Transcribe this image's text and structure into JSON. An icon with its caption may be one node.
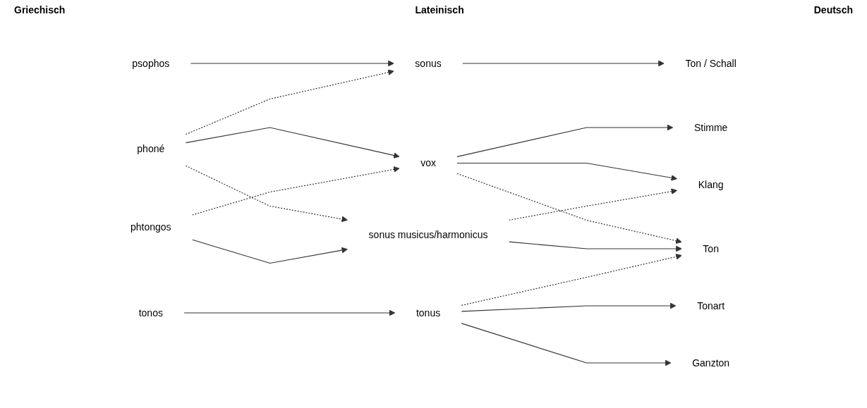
{
  "diagram": {
    "nodes": [
      {
        "text": [
          "psophos"
        ]
      },
      {
        "text": [
          "phoné"
        ]
      },
      {
        "text": [
          "phtongos"
        ]
      },
      {
        "text": [
          "tonos"
        ]
      },
      {
        "text": [
          "sonus"
        ]
      },
      {
        "text": [
          "vox"
        ]
      },
      {
        "text": [
          "sonus musicus/harmonicus"
        ]
      },
      {
        "text": [
          "tonus"
        ]
      },
      {
        "text": [
          "Ton / Schall"
        ]
      },
      {
        "text": [
          "Stimme"
        ]
      },
      {
        "text": [
          "Klang"
        ]
      },
      {
        "text": [
          "Ton"
        ]
      },
      {
        "text": [
          "Tonart"
        ]
      },
      {
        "text": [
          "Ganzton"
        ]
      }
    ],
    "edges": [
      {
        "from": 0,
        "to": 4,
        "arrow": "to"
      },
      {
        "from": 1,
        "to": 4,
        "arrow": "to",
        "style": "dashed"
      },
      {
        "from": 1,
        "to": 5,
        "arrow": "to"
      },
      {
        "from": 1,
        "to": 6,
        "arrow": "to",
        "style": "dashed"
      },
      {
        "from": 2,
        "to": 5,
        "arrow": "to",
        "style": "dashed"
      },
      {
        "from": 2,
        "to": 6,
        "arrow": "to"
      },
      {
        "from": 3,
        "to": 7,
        "arrow": "to"
      },
      {
        "from": 4,
        "to": 8,
        "arrow": "to"
      },
      {
        "from": 5,
        "to": 9,
        "arrow": "to"
      },
      {
        "from": 5,
        "to": 10,
        "arrow": "to"
      },
      {
        "from": 5,
        "to": 11,
        "arrow": "to",
        "style": "dashed"
      },
      {
        "from": 6,
        "to": 10,
        "arrow": "to",
        "style": "dashed"
      },
      {
        "from": 6,
        "to": 11,
        "arrow": "to"
      },
      {
        "from": 7,
        "to": 11,
        "arrow": "to",
        "style": "dashed"
      },
      {
        "from": 7,
        "to": 12,
        "arrow": "to"
      },
      {
        "from": 7,
        "to": 13,
        "arrow": "to"
      }
    ],
    "labels": [
      "Griechisch",
      "Lateinisch",
      "Deutsch"
    ]
  }
}
